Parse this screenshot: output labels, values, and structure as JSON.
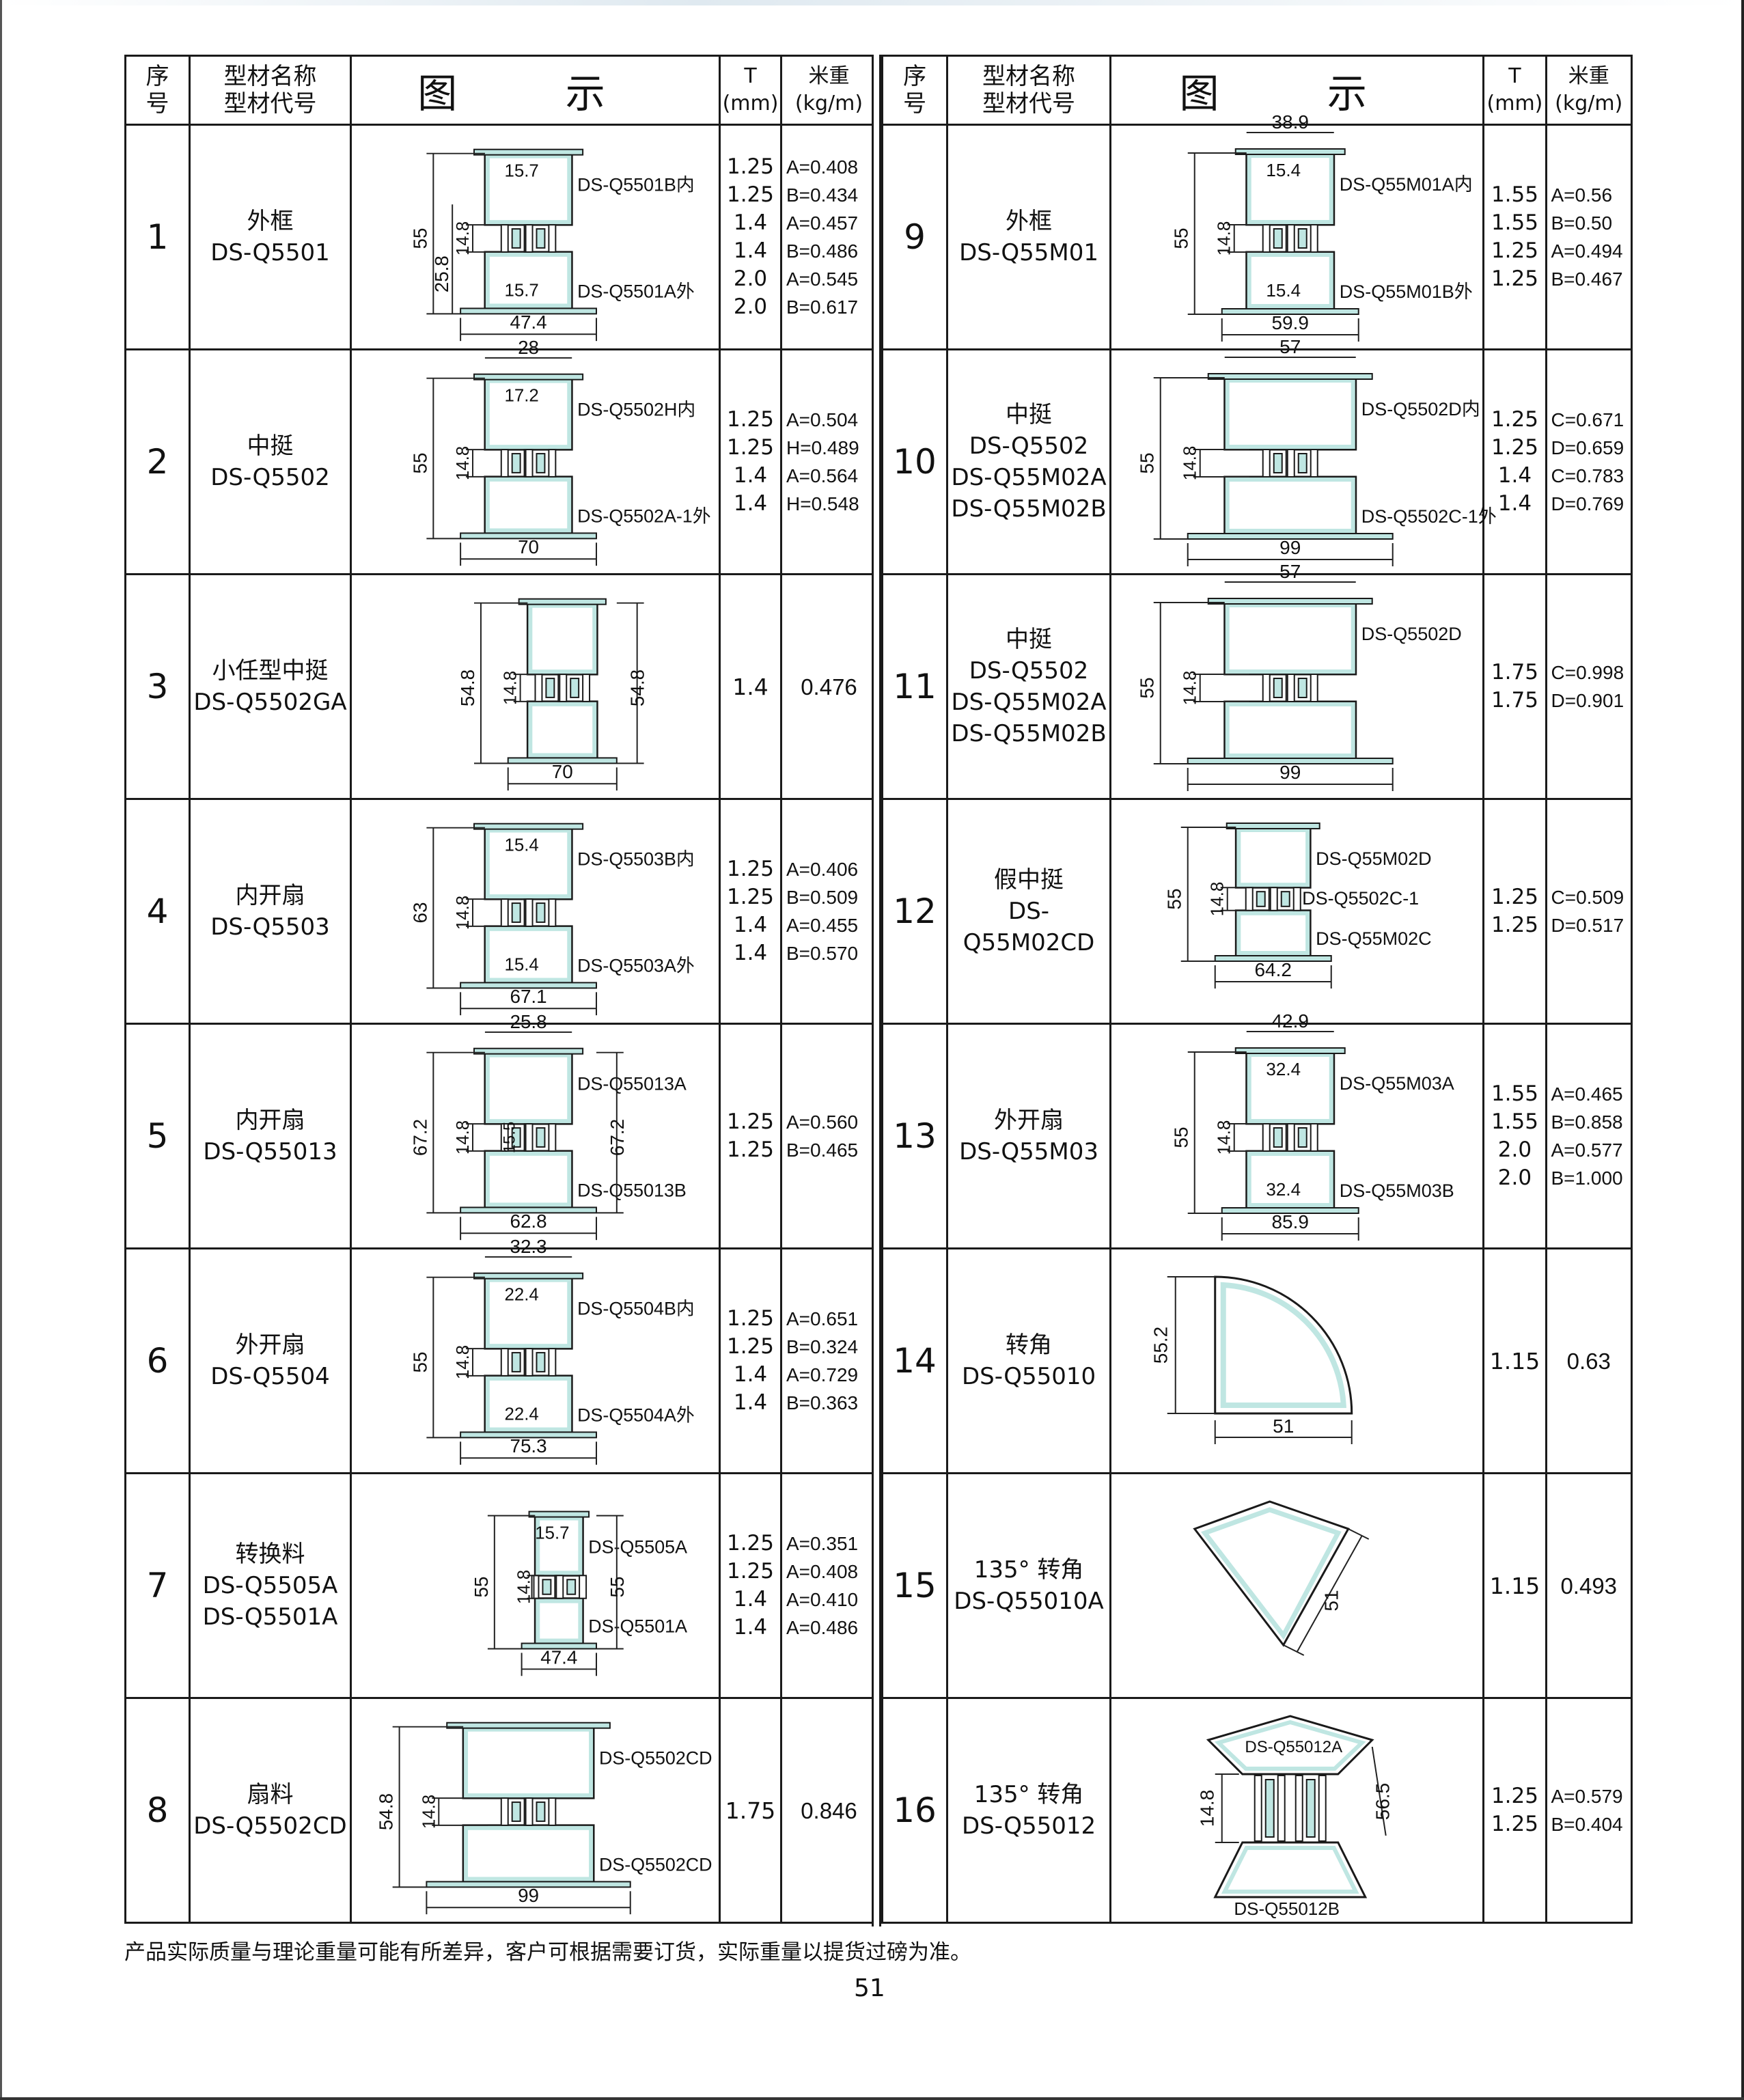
{
  "header": {
    "seq": [
      "序",
      "号"
    ],
    "name": [
      "型材名称",
      "型材代号"
    ],
    "pic": "图 示",
    "thickness": [
      "T",
      "(mm)"
    ],
    "weight": [
      "米重",
      "(kg/m)"
    ]
  },
  "left_rows": [
    {
      "seq": "1",
      "name": [
        "外框",
        "DS-Q5501"
      ],
      "t": [
        "1.25",
        "1.25",
        "1.4",
        "1.4",
        "2.0",
        "2.0"
      ],
      "w": [
        "A=0.408",
        "B=0.434",
        "A=0.457",
        "B=0.486",
        "A=0.545",
        "B=0.617"
      ],
      "labels": {
        "w": "47.4",
        "h": "55",
        "h2": "25.8",
        "mid": "14.8",
        "top": "15.7",
        "bot": "15.7",
        "ta": "DS-Q5501B内",
        "tb": "DS-Q5501A外"
      }
    },
    {
      "seq": "2",
      "name": [
        "中挺",
        "DS-Q5502"
      ],
      "t": [
        "1.25",
        "1.25",
        "1.4",
        "1.4"
      ],
      "w": [
        "A=0.504",
        "H=0.489",
        "A=0.564",
        "H=0.548"
      ],
      "labels": {
        "w": "70",
        "tw": "28",
        "h": "55",
        "mid": "14.8",
        "top": "17.2",
        "ta": "DS-Q5502H内",
        "tb": "DS-Q5502A-1外"
      }
    },
    {
      "seq": "3",
      "name": [
        "小任型中挺",
        "DS-Q5502GA"
      ],
      "t": [
        "1.4"
      ],
      "w": [
        "0.476"
      ],
      "labels": {
        "w": "70",
        "h": "54.8",
        "mid": "14.8"
      }
    },
    {
      "seq": "4",
      "name": [
        "内开扇",
        "DS-Q5503"
      ],
      "t": [
        "1.25",
        "1.25",
        "1.4",
        "1.4"
      ],
      "w": [
        "A=0.406",
        "B=0.509",
        "A=0.455",
        "B=0.570"
      ],
      "labels": {
        "w": "67.1",
        "h": "63",
        "mid": "14.8",
        "top": "15.4",
        "bot": "15.4",
        "ta": "DS-Q5503B内",
        "tb": "DS-Q5503A外"
      }
    },
    {
      "seq": "5",
      "name": [
        "内开扇",
        "DS-Q55013"
      ],
      "t": [
        "1.25",
        "1.25"
      ],
      "w": [
        "A=0.560",
        "B=0.465"
      ],
      "labels": {
        "w": "62.8",
        "tw": "25.8",
        "h": "67.2",
        "mid": "14.8",
        "v": "15.5",
        "ta": "DS-Q55013A",
        "tb": "DS-Q55013B"
      }
    },
    {
      "seq": "6",
      "name": [
        "外开扇",
        "DS-Q5504"
      ],
      "t": [
        "1.25",
        "1.25",
        "1.4",
        "1.4"
      ],
      "w": [
        "A=0.651",
        "B=0.324",
        "A=0.729",
        "B=0.363"
      ],
      "labels": {
        "w": "75.3",
        "tw": "32.3",
        "h": "55",
        "mid": "14.8",
        "top": "22.4",
        "bot": "22.4",
        "ta": "DS-Q5504B内",
        "tb": "DS-Q5504A外"
      }
    },
    {
      "seq": "7",
      "name": [
        "转换料",
        "DS-Q5505A",
        "DS-Q5501A"
      ],
      "t": [
        "1.25",
        "1.25",
        "1.4",
        "1.4"
      ],
      "w": [
        "A=0.351",
        "A=0.408",
        "A=0.410",
        "A=0.486"
      ],
      "labels": {
        "w": "47.4",
        "h": "55",
        "mid": "14.8",
        "top": "15.7",
        "ta": "DS-Q5505A",
        "tb": "DS-Q5501A"
      }
    },
    {
      "seq": "8",
      "name": [
        "扇料",
        "DS-Q5502CD"
      ],
      "t": [
        "1.75"
      ],
      "w": [
        "0.846"
      ],
      "labels": {
        "w": "99",
        "h": "54.8",
        "mid": "14.8",
        "ta": "DS-Q5502CD",
        "tb": "DS-Q5502CD"
      }
    }
  ],
  "right_rows": [
    {
      "seq": "9",
      "name": [
        "外框",
        "DS-Q55M01"
      ],
      "t": [
        "1.55",
        "1.55",
        "1.25",
        "1.25"
      ],
      "w": [
        "A=0.56",
        "B=0.50",
        "A=0.494",
        "B=0.467"
      ],
      "labels": {
        "w": "59.9",
        "tw": "38.9",
        "h": "55",
        "mid": "14.8",
        "top": "15.4",
        "bot": "15.4",
        "ta": "DS-Q55M01A内",
        "tb": "DS-Q55M01B外"
      }
    },
    {
      "seq": "10",
      "name": [
        "中挺",
        "DS-Q5502",
        "DS-Q55M02A",
        "DS-Q55M02B"
      ],
      "t": [
        "1.25",
        "1.25",
        "1.4",
        "1.4"
      ],
      "w": [
        "C=0.671",
        "D=0.659",
        "C=0.783",
        "D=0.769"
      ],
      "labels": {
        "w": "99",
        "tw": "57",
        "h": "55",
        "mid": "14.8",
        "ta": "DS-Q5502D内",
        "tb": "DS-Q5502C-1外"
      }
    },
    {
      "seq": "11",
      "name": [
        "中挺",
        "DS-Q5502",
        "DS-Q55M02A",
        "DS-Q55M02B"
      ],
      "t": [
        "1.75",
        "1.75"
      ],
      "w": [
        "C=0.998",
        "D=0.901"
      ],
      "labels": {
        "w": "99",
        "tw": "57",
        "h": "55",
        "mid": "14.8",
        "ta": "DS-Q5502D"
      }
    },
    {
      "seq": "12",
      "name": [
        "假中挺",
        "DS-Q55M02CD"
      ],
      "t": [
        "1.25",
        "1.25"
      ],
      "w": [
        "C=0.509",
        "D=0.517"
      ],
      "labels": {
        "w": "64.2",
        "h": "55",
        "mid": "14.8",
        "ta": "DS-Q55M02D",
        "tm": "DS-Q5502C-1",
        "tb": "DS-Q55M02C"
      }
    },
    {
      "seq": "13",
      "name": [
        "外开扇",
        "DS-Q55M03"
      ],
      "t": [
        "1.55",
        "1.55",
        "2.0",
        "2.0"
      ],
      "w": [
        "A=0.465",
        "B=0.858",
        "A=0.577",
        "B=1.000"
      ],
      "labels": {
        "w": "85.9",
        "tw": "42.9",
        "h": "55",
        "mid": "14.8",
        "top": "32.4",
        "bot": "32.4",
        "ta": "DS-Q55M03A",
        "tb": "DS-Q55M03B"
      }
    },
    {
      "seq": "14",
      "name": [
        "转角",
        "DS-Q55010"
      ],
      "t": [
        "1.15"
      ],
      "w": [
        "0.63"
      ],
      "labels": {
        "w": "51",
        "h": "55.2"
      }
    },
    {
      "seq": "15",
      "name": [
        "135° 转角",
        "DS-Q55010A"
      ],
      "t": [
        "1.15"
      ],
      "w": [
        "0.493"
      ],
      "labels": {
        "d": "51"
      }
    },
    {
      "seq": "16",
      "name": [
        "135° 转角",
        "DS-Q55012"
      ],
      "t": [
        "1.25",
        "1.25"
      ],
      "w": [
        "A=0.579",
        "B=0.404"
      ],
      "labels": {
        "mid": "14.8",
        "d": "56.5",
        "ta": "DS-Q55012A",
        "tb": "DS-Q55012B"
      }
    }
  ],
  "footer": {
    "note": "产品实际质量与理论重量可能有所差异，客户可根据需要订货，实际重量以提货过磅为准。",
    "page": "51"
  },
  "colors": {
    "profile": "#bfe6e2",
    "stroke": "#1a1a1a",
    "line": "#222222"
  }
}
